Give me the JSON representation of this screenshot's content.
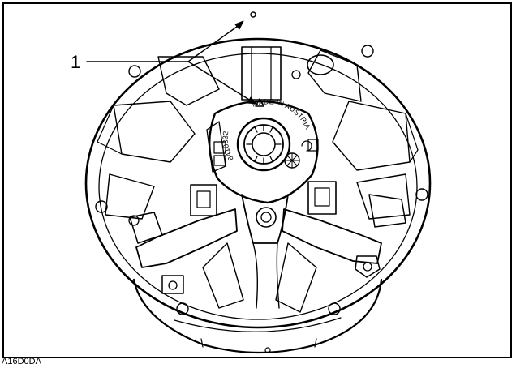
{
  "callout": {
    "number": "1"
  },
  "figure": {
    "code": "A16D0DA"
  },
  "markings": {
    "part_number": "8410832",
    "origin": "MADE IN AUSTRIA"
  },
  "colors": {
    "line": "#000000",
    "background": "#ffffff"
  }
}
